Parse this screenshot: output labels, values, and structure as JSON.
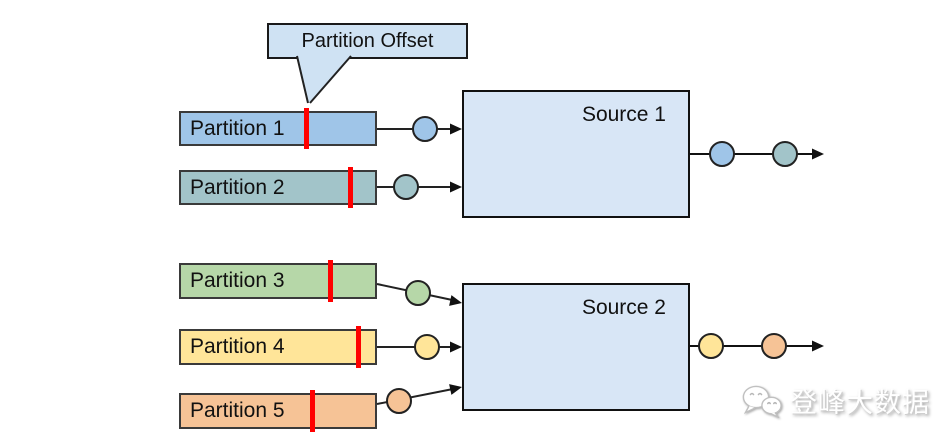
{
  "diagram": {
    "callout": {
      "label": "Partition Offset"
    },
    "colors": {
      "offset_marker": "#ff0000",
      "source_fill": "#d8e6f6",
      "callout_fill": "#cfe2f3",
      "connector": "#222222"
    },
    "groups": [
      {
        "source": {
          "label": "Source 1"
        },
        "partitions": [
          {
            "label": "Partition 1",
            "color": "#9fc5e8"
          },
          {
            "label": "Partition 2",
            "color": "#a2c4c9"
          }
        ],
        "output_events": [
          {
            "color": "#9fc5e8"
          },
          {
            "color": "#a2c4c9"
          }
        ]
      },
      {
        "source": {
          "label": "Source 2"
        },
        "partitions": [
          {
            "label": "Partition 3",
            "color": "#b6d7a8"
          },
          {
            "label": "Partition 4",
            "color": "#ffe599"
          },
          {
            "label": "Partition 5",
            "color": "#f6c396"
          }
        ],
        "output_events": [
          {
            "color": "#ffe599"
          },
          {
            "color": "#f6c396"
          }
        ]
      }
    ],
    "watermark": {
      "text": "登峰大数据",
      "icon": "wechat-icon"
    }
  }
}
